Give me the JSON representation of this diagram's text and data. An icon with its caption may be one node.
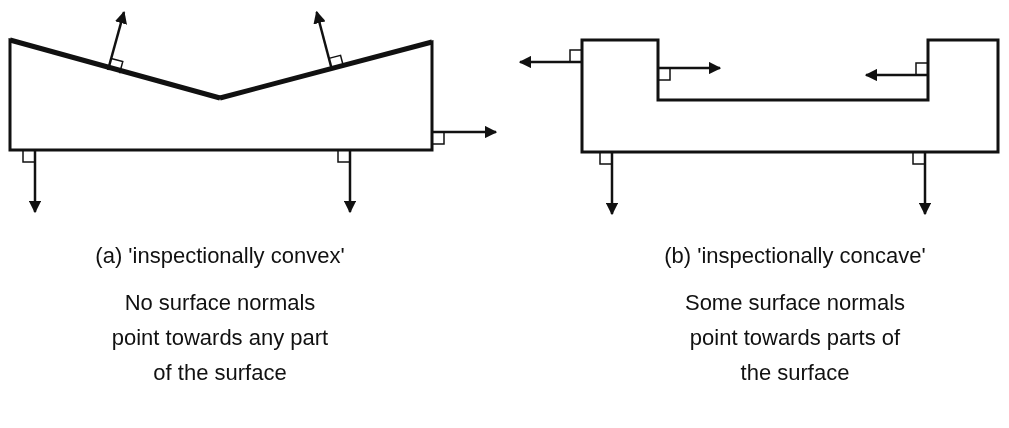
{
  "diagram": {
    "labels": [
      "(a) 'inspectionally convex'",
      "No surface normals point towards any part of the surface",
      "(b) 'inspectionally concave'",
      "Some surface normals point towards parts of the surface"
    ]
  }
}
